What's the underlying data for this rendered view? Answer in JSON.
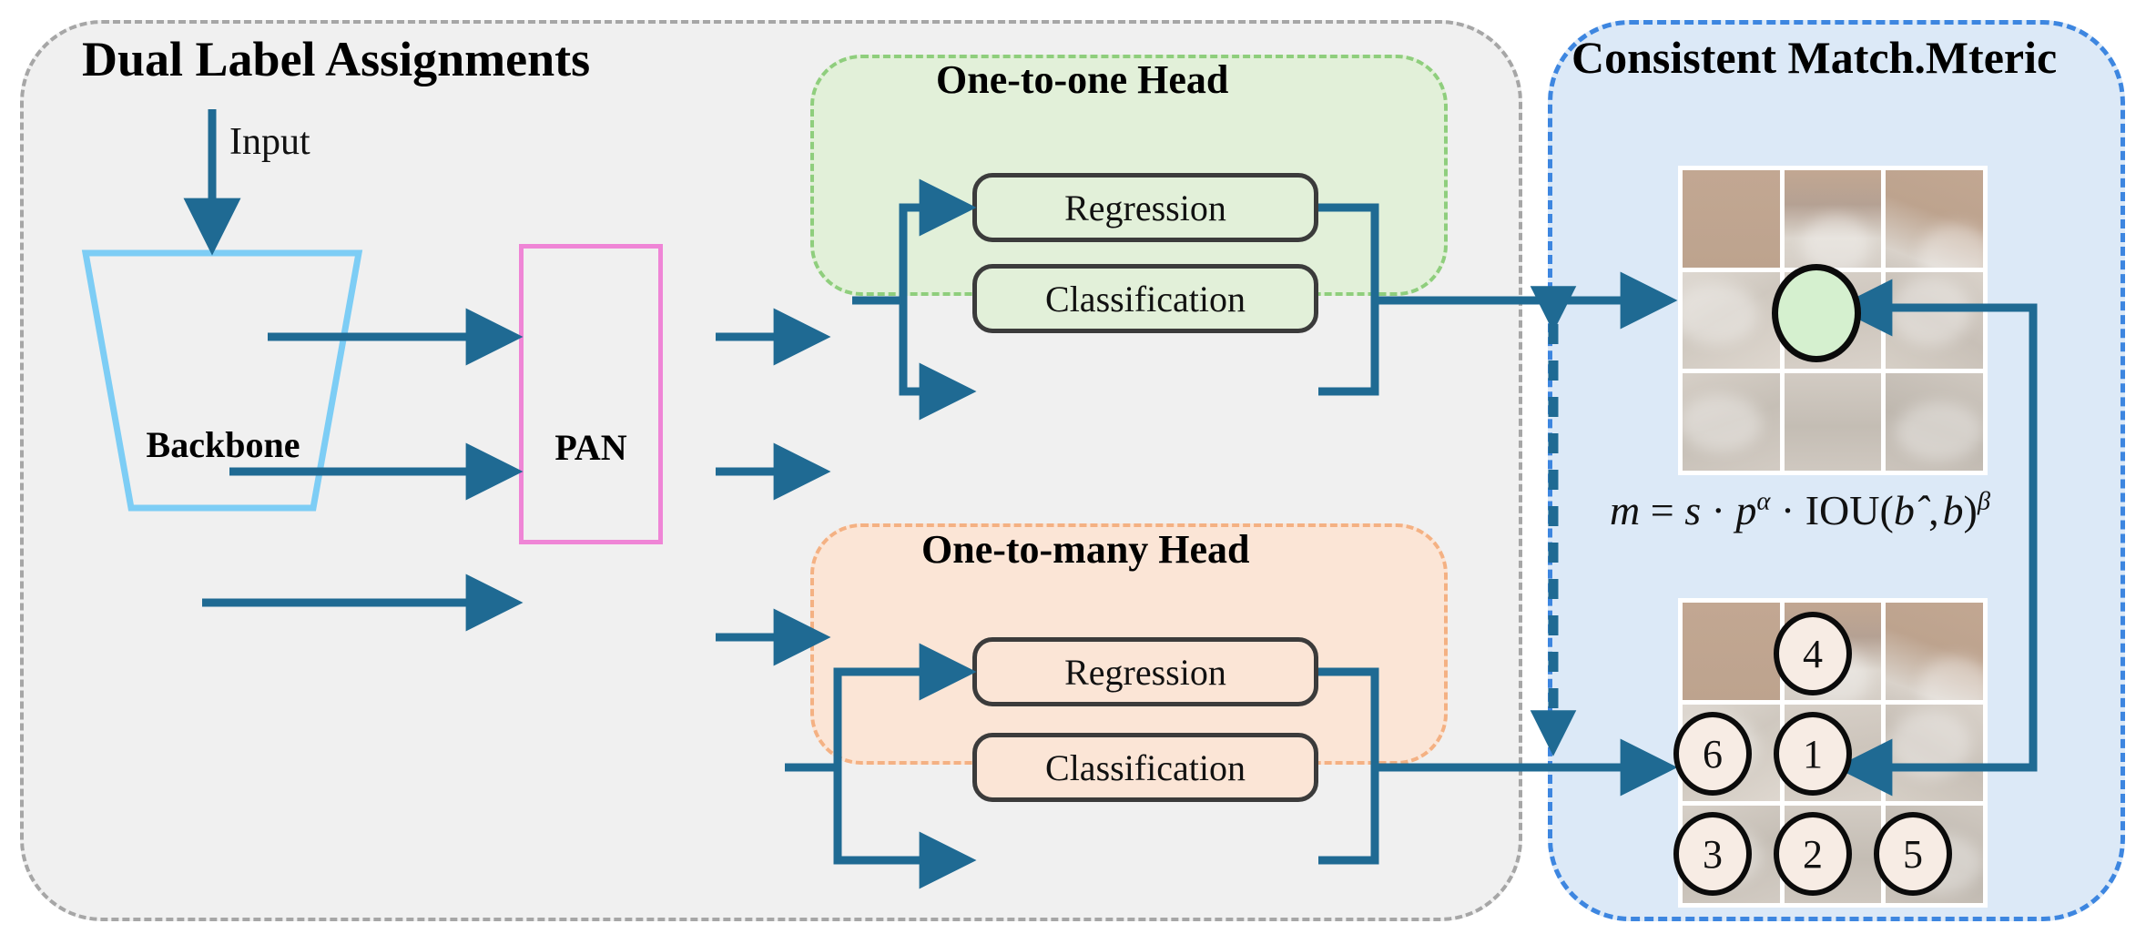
{
  "panels": {
    "dual": {
      "title": "Dual Label Assignments",
      "fill": "#f0f0f0",
      "border": "#a6a6a6"
    },
    "consistent": {
      "title": "Consistent Match.Mteric",
      "fill": "#dce9f7",
      "border": "#3d86e0"
    },
    "one_to_one": {
      "title": "One-to-one Head",
      "fill": "#e2f0d9",
      "border": "#8fce7d"
    },
    "one_to_many": {
      "title": "One-to-many Head",
      "fill": "#fbe5d6",
      "border": "#f4b183"
    }
  },
  "backbone": {
    "label": "Backbone",
    "outline_color": "#7dcdf5"
  },
  "pan": {
    "label": "PAN",
    "outline_color": "#ef85d6"
  },
  "input": {
    "label": "Input"
  },
  "heads": {
    "one_to_one": {
      "regression": "Regression",
      "classification": "Classification"
    },
    "one_to_many": {
      "regression": "Regression",
      "classification": "Classification"
    }
  },
  "formula": {
    "lhs": "m",
    "eq": "=",
    "s": "s",
    "dot": "·",
    "p": "p",
    "alpha": "α",
    "iou": "IOU",
    "b_hat": "bˆ",
    "comma": ",",
    "b": "b",
    "beta": "β",
    "plain": "m = s · pᵅ · IOU(bˆ, b)ᵝ"
  },
  "grid_top": {
    "marker": {
      "type": "ellipse",
      "cell": "center",
      "fill": "#d5f0cf",
      "stroke": "#0b0b0b"
    }
  },
  "grid_bottom": {
    "circles": [
      {
        "cell": "top-center",
        "label": "4"
      },
      {
        "cell": "middle-left",
        "label": "6"
      },
      {
        "cell": "middle-center",
        "label": "1"
      },
      {
        "cell": "bottom-left",
        "label": "3"
      },
      {
        "cell": "bottom-center",
        "label": "2"
      },
      {
        "cell": "bottom-right",
        "label": "5"
      }
    ]
  },
  "colors": {
    "arrow": "#1f6a93",
    "dashed_arrow": "#1f6a93",
    "box_border": "#3b3b3b"
  }
}
